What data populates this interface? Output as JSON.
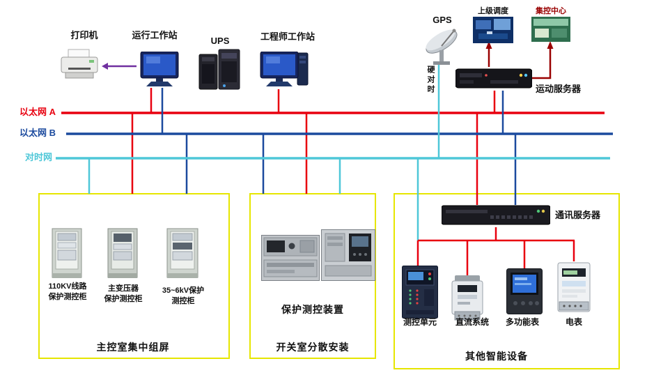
{
  "colors": {
    "ethernet_a": "#e8000f",
    "ethernet_b": "#1b4a9e",
    "time_sync": "#4ec7d8",
    "dark_red": "#990000",
    "purple": "#7030a0",
    "box_border": "#e6e600"
  },
  "top": {
    "printer": "打印机",
    "operator_ws": "运行工作站",
    "ups": "UPS",
    "engineer_ws": "工程师工作站",
    "gps": "GPS",
    "superior_dispatch": "上级调度",
    "central_control": "集控中心",
    "hard_time_sync": "硬对时",
    "motion_server": "运动服务器"
  },
  "buses": {
    "ethernet_a": "以太网 A",
    "ethernet_b": "以太网 B",
    "time_sync": "对时网"
  },
  "panel_room": {
    "title": "主控室集中组屏",
    "cabinets": [
      {
        "line1": "110KV线路",
        "line2": "保护测控柜"
      },
      {
        "line1": "主变压器",
        "line2": "保护测控柜"
      },
      {
        "line1": "35~6kV保护",
        "line2": "测控柜"
      }
    ]
  },
  "switch_room": {
    "title": "开关室分散安装",
    "device": "保护测控装置"
  },
  "smart_devices": {
    "title": "其他智能设备",
    "comm_server": "通讯服务器",
    "devices": [
      "测控单元",
      "直流系统",
      "多功能表",
      "电表"
    ]
  }
}
